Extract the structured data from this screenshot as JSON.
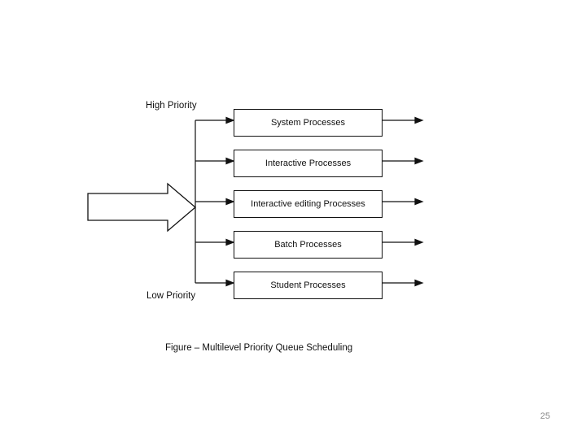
{
  "diagram": {
    "high_priority_label": "High Priority",
    "low_priority_label": "Low Priority",
    "queues": [
      "System Processes",
      "Interactive Processes",
      "Interactive editing Processes",
      "Batch Processes",
      "Student Processes"
    ],
    "caption": "Figure – Multilevel Priority Queue Scheduling"
  },
  "slide": {
    "page_number": "25"
  }
}
